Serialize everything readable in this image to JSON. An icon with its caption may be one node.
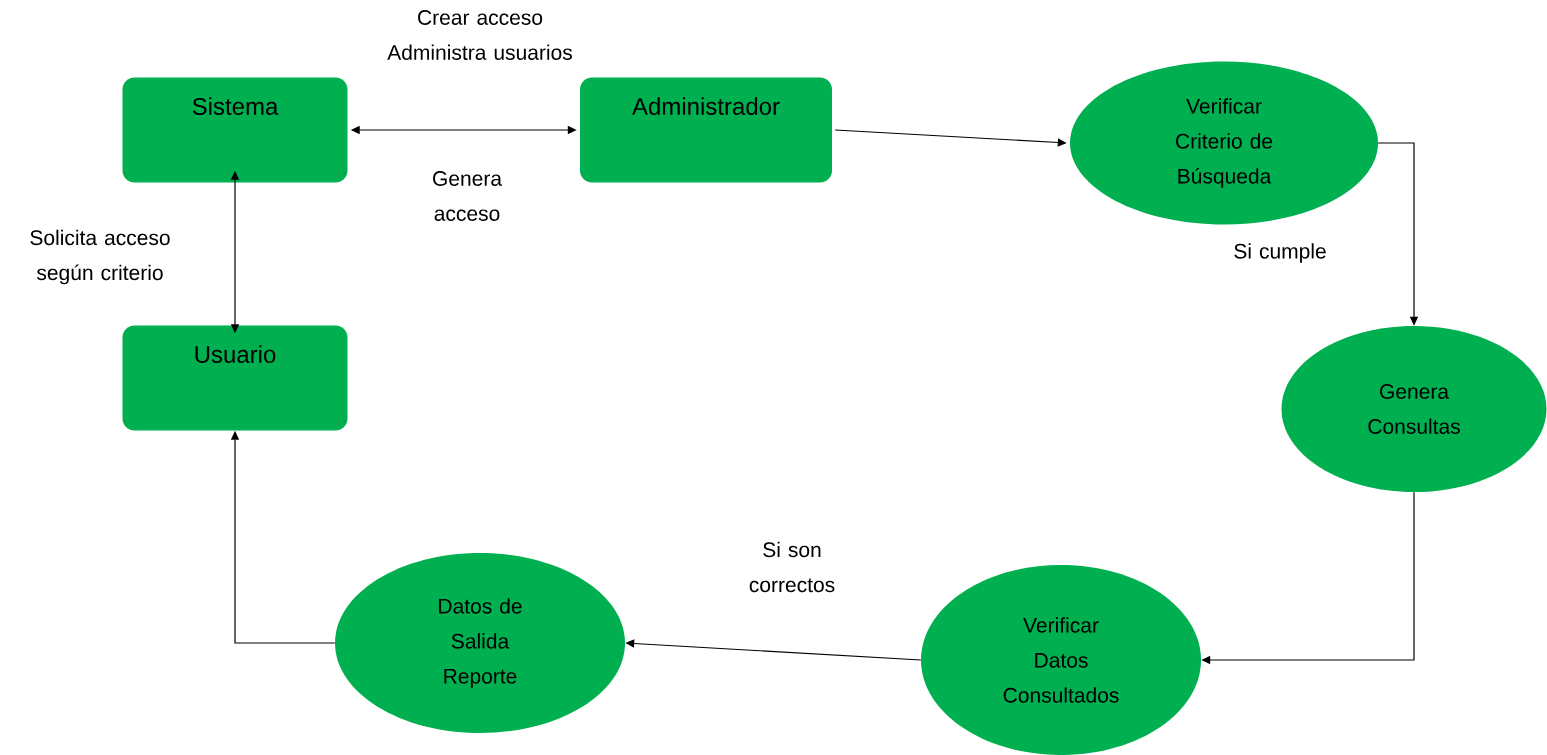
{
  "diagram": {
    "nodes": [
      {
        "text": [
          "Sistema"
        ]
      },
      {
        "text": [
          "Administrador"
        ]
      },
      {
        "text": [
          "Verificar Criterio de Búsqueda"
        ]
      },
      {
        "text": [
          "Usuario"
        ]
      },
      {
        "text": [
          "Genera Consultas"
        ]
      },
      {
        "text": [
          "Verificar Datos Consultados"
        ]
      },
      {
        "text": [
          "Datos de Salida Reporte"
        ]
      }
    ],
    "edges": [
      {
        "from": 0,
        "to": 1,
        "arrow": "both"
      },
      {
        "from": 0,
        "to": 3,
        "arrow": "both"
      },
      {
        "from": 1,
        "to": 2,
        "arrow": "to"
      },
      {
        "from": 2,
        "to": 4,
        "arrow": "to"
      },
      {
        "from": 4,
        "to": 5,
        "arrow": "to"
      },
      {
        "from": 5,
        "to": 6,
        "arrow": "to"
      },
      {
        "from": 6,
        "to": 3,
        "arrow": "to"
      }
    ],
    "labels": [
      "Crear acceso Administra usuarios",
      "Genera acceso",
      "Solicita acceso según criterio",
      "Si cumple",
      "Si son correctos"
    ]
  }
}
